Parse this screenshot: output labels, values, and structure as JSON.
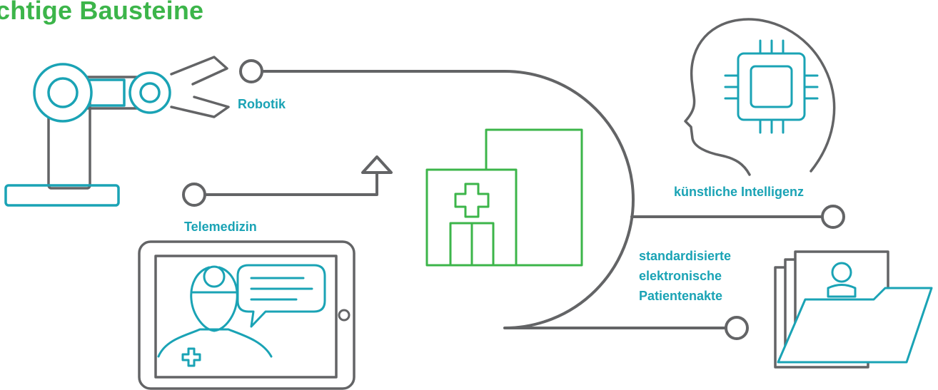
{
  "title": "chtige Bausteine",
  "labels": {
    "robotik": "Robotik",
    "ki": "künstliche Intelligenz",
    "telemedizin": "Telemedizin",
    "epa_line1": "standardisierte",
    "epa_line2": "elektronische",
    "epa_line3": "Patientenakte"
  },
  "colors": {
    "green": "#3cb54a",
    "teal": "#1aa3b5",
    "gray": "#636466"
  },
  "icons": [
    "robot-arm-icon",
    "ai-head-chip-icon",
    "hospital-icon",
    "tablet-doctor-icon",
    "patient-folder-icon"
  ]
}
